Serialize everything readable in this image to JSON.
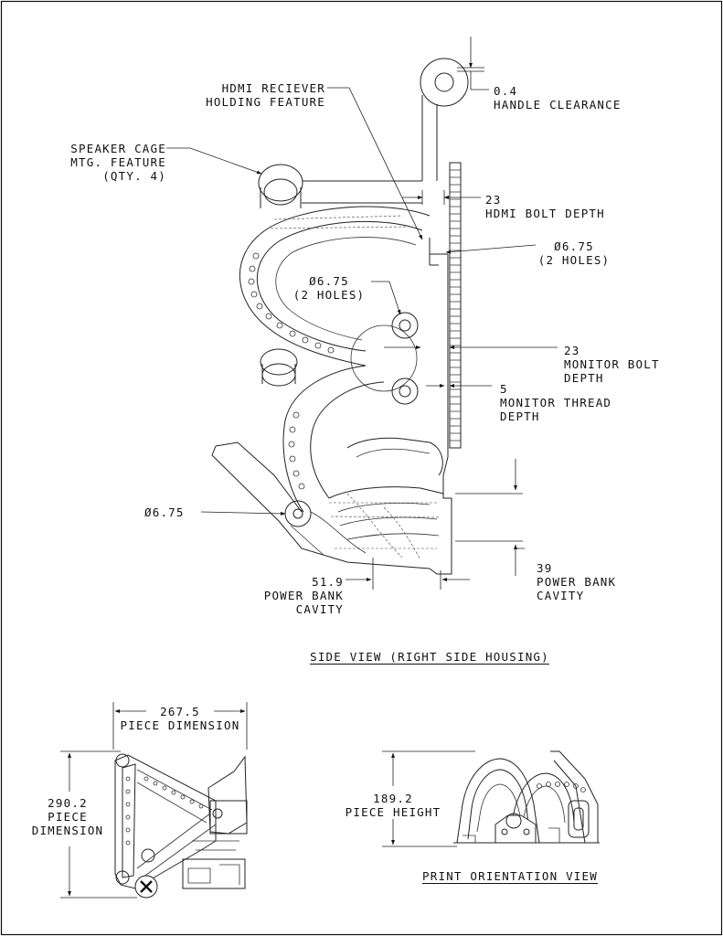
{
  "side_view": {
    "title": "SIDE VIEW (RIGHT SIDE HOUSING)",
    "callouts": {
      "hdmi_holding": [
        "HDMI RECIEVER",
        "HOLDING FEATURE"
      ],
      "speaker_cage": [
        "SPEAKER CAGE",
        "MTG. FEATURE",
        "(QTY. 4)"
      ],
      "handle": [
        "0.4",
        "HANDLE CLEARANCE"
      ],
      "hdmi_bolt": [
        "23",
        "HDMI BOLT DEPTH"
      ],
      "hole_right": [
        "Ø6.75",
        "(2 HOLES)"
      ],
      "hole_left": [
        "Ø6.75",
        "(2 HOLES)"
      ],
      "monitor_bolt": [
        "23",
        "MONITOR BOLT",
        "DEPTH"
      ],
      "monitor_thread": [
        "5",
        "MONITOR THREAD",
        "DEPTH"
      ],
      "hole_single": [
        "Ø6.75"
      ],
      "power_bank_w": [
        "51.9",
        "POWER BANK",
        "CAVITY"
      ],
      "power_bank_h": [
        "39",
        "POWER BANK",
        "CAVITY"
      ]
    }
  },
  "piece_view": {
    "width_dim": [
      "267.5",
      "PIECE DIMENSION"
    ],
    "height_dim": [
      "290.2",
      "PIECE",
      "DIMENSION"
    ]
  },
  "print_view": {
    "title": "PRINT ORIENTATION VIEW",
    "height_dim": [
      "189.2",
      "PIECE HEIGHT"
    ]
  }
}
